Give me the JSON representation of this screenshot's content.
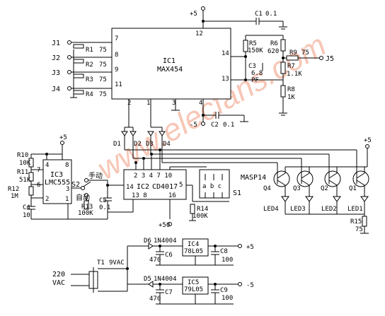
{
  "watermark": "www.elecfans.com",
  "chips": {
    "ic1": {
      "name": "IC1",
      "part": "MAX454",
      "pins": {
        "p7": "7",
        "p8": "8",
        "p9": "9",
        "p11": "11",
        "p12": "12",
        "p14": "14",
        "p13": "13",
        "p2": "2",
        "p1": "1",
        "p3": "3",
        "p4": "4"
      }
    },
    "ic2": {
      "name": "IC2",
      "part": "CD4017",
      "pins": {
        "top": "2 3 4 7 10",
        "p14": "14",
        "p5": "5",
        "bottom": "13 8",
        "p16": "16"
      }
    },
    "ic3": {
      "name": "IC3",
      "part": "LMC555",
      "pins": {
        "p4": "4",
        "p8": "8",
        "p7": "7",
        "p6": "6",
        "p2": "2",
        "p3": "3",
        "p1": "1"
      }
    },
    "ic4": {
      "name": "IC4",
      "part": "78L05"
    },
    "ic5": {
      "name": "IC5",
      "part": "79L05"
    }
  },
  "inputs": [
    "J1",
    "J2",
    "J3",
    "J4"
  ],
  "input_resistors": [
    {
      "ref": "R1",
      "value": "75"
    },
    {
      "ref": "R2",
      "value": "75"
    },
    {
      "ref": "R3",
      "value": "75"
    },
    {
      "ref": "R4",
      "value": "75"
    }
  ],
  "output": {
    "jack": "J5",
    "r9": "R9",
    "r9_value": "75"
  },
  "feedback": {
    "r5": "R5",
    "r5_value": "150K",
    "r6": "R6",
    "r6_value": "620",
    "c3": "C3",
    "c3_value": "6.8",
    "c3_unit": "PF",
    "r7": "R7",
    "r7_value": "1.1K",
    "r8": "R8",
    "r8_value": "1K"
  },
  "supply_caps": {
    "c1": "C1",
    "c1_value": "0.1",
    "c2": "C2",
    "c2_value": "0.1"
  },
  "rails": {
    "plus5": "+5",
    "minus5": "-5",
    "plus50": "+50"
  },
  "diodes": [
    "D1",
    "D2",
    "D3",
    "D4"
  ],
  "timer": {
    "r10": "R10",
    "r10_value": "10K",
    "r11": "R11",
    "r11_value": "51K",
    "r12": "R12",
    "r12_value": "1M",
    "c4": "C4",
    "c4_value": "10",
    "s2": "S2",
    "manual": "手动",
    "auto": "自动",
    "r13": "R13",
    "r13_value": "100K",
    "c5": "C5",
    "c5_value": "0.1"
  },
  "counter": {
    "s1": "S1",
    "switch_labels": "a b c",
    "r14": "R14",
    "r14_value": "100K"
  },
  "transistor_type": "MASP14",
  "transistors": [
    "Q4",
    "Q3",
    "Q2",
    "Q1"
  ],
  "leds": [
    "LED4",
    "LED3",
    "LED2",
    "LED1"
  ],
  "r15": {
    "ref": "R15",
    "value": "75"
  },
  "power": {
    "transformer": "T1",
    "secondary": "9VAC",
    "mains": "220",
    "mains_unit": "VAC",
    "d6": "D6",
    "d6_part": "1N4004",
    "d5": "D5",
    "d5_part": "1N4004",
    "c6": "C6",
    "c6_value": "470",
    "c7": "C7",
    "c7_value": "470",
    "c8": "C8",
    "c8_value": "100",
    "c9": "C9",
    "c9_value": "100"
  }
}
